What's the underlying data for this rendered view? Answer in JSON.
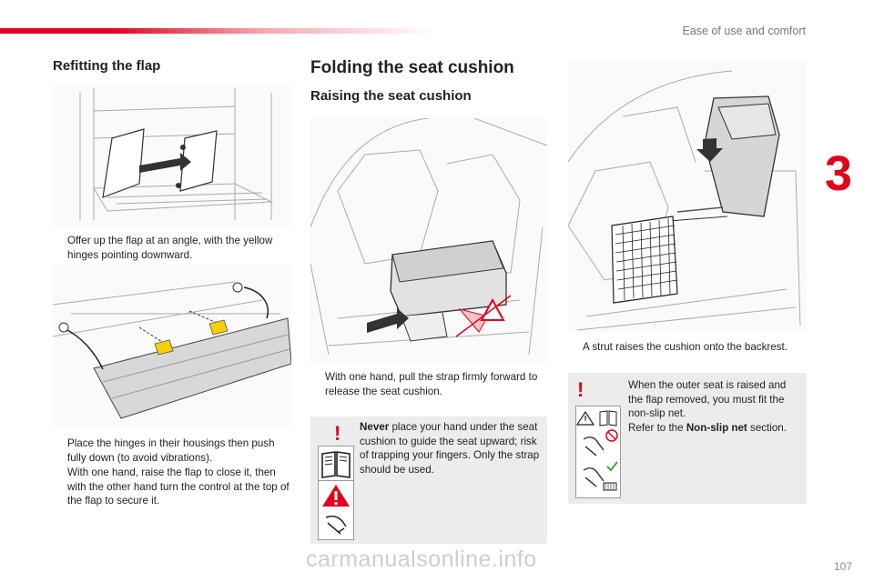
{
  "header": {
    "section_title": "Ease of use and comfort",
    "chapter_number": "3",
    "page_number": "107"
  },
  "left": {
    "heading": "Refitting the flap",
    "bullet1": "Offer up the flap at an angle, with the yellow hinges pointing downward.",
    "bullet2": "Place the hinges in their housings then push fully down (to avoid vibrations).",
    "bullet3": "With one hand, raise the flap to close it, then with the other hand turn the control at the top of the flap to secure it."
  },
  "middle": {
    "heading": "Folding the seat cushion",
    "subheading": "Raising the seat cushion",
    "bullet1": "With one hand, pull the strap firmly forward to release the seat cushion.",
    "warning_bold": "Never",
    "warning_rest": " place your hand under the seat cushion to guide the seat upward; risk of trapping your fingers. Only the strap should be used."
  },
  "right": {
    "bullet1": "A strut raises the cushion onto the backrest.",
    "note_text": "When the outer seat is raised and the flap removed, you must fit the non-slip net.",
    "note_ref_prefix": "Refer to the ",
    "note_ref_bold": "Non-slip net",
    "note_ref_suffix": " section."
  },
  "ui": {
    "bullet_glyph": "",
    "warning_glyph": "!"
  },
  "watermark": "carmanualsonline.info",
  "colors": {
    "accent": "#e2001a",
    "hinge": "#f5d000",
    "box": "#ececec"
  }
}
